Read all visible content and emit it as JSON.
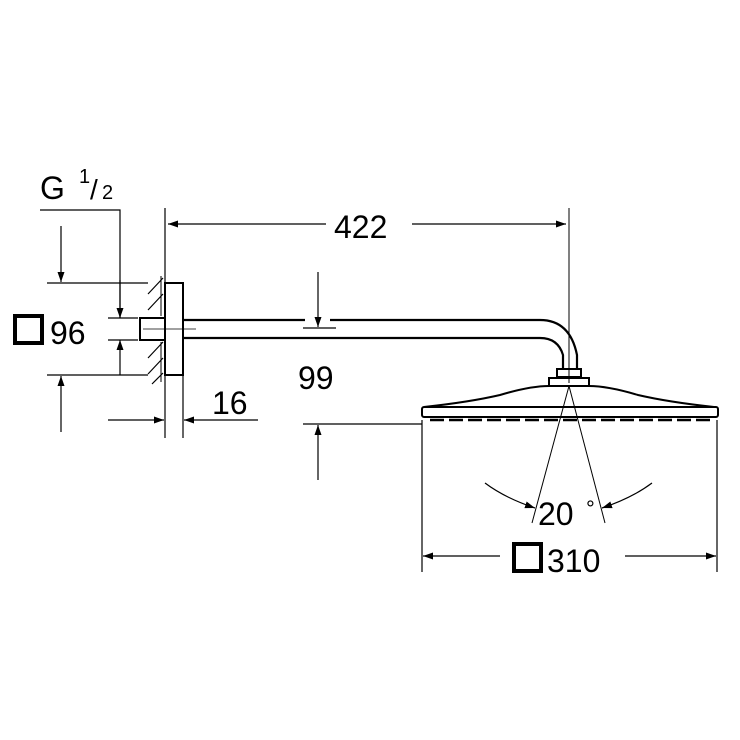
{
  "drawing": {
    "type": "technical dimension drawing",
    "subject": "wall-mounted shower arm with square rain shower head",
    "line_color": "#000000",
    "background": "#ffffff"
  },
  "dimensions": {
    "thread": {
      "prefix": "G",
      "num": "1",
      "den": "2"
    },
    "flange_size": {
      "symbol": "square",
      "value": "96"
    },
    "arm_projection": {
      "value": "422"
    },
    "flange_depth": {
      "value": "16"
    },
    "drop_height": {
      "value": "99"
    },
    "spray_angle": {
      "value": "20",
      "unit": "°"
    },
    "head_size": {
      "symbol": "square",
      "value": "310"
    }
  }
}
